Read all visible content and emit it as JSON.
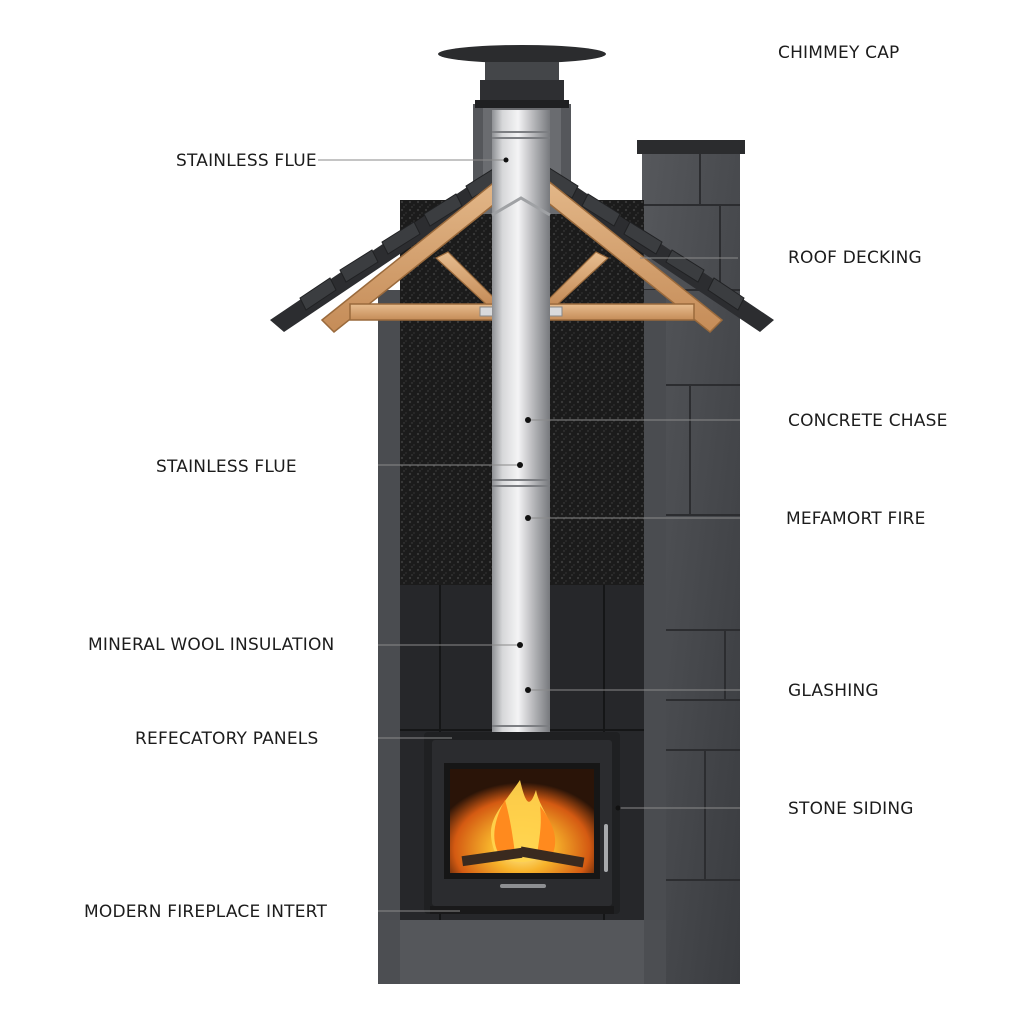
{
  "labels": {
    "chimney_cap": "CHIMMEY CAP",
    "stainless_flue_top": "STAINLESS FLUE",
    "roof_decking": "ROOF DECKING",
    "concrete_chase": "CONCRETE CHASE",
    "stainless_flue_mid": "STAINLESS FLUE",
    "mefamort_fire": "MEFAMORT FIRE",
    "mineral_wool": "MINERAL WOOL INSULATION",
    "glashing": "GLASHING",
    "refecatory_panels": "REFECATORY PANELS",
    "stone_siding": "STONE SIDING",
    "fireplace_insert": "MODERN FIREPLACE INTERT"
  },
  "colors": {
    "background": "#ffffff",
    "stone_dark": "#3d3f42",
    "stone_mid": "#4a4c50",
    "insulation": "#1d1d1d",
    "timber": "#d9a878",
    "flue_steel": "#c7c8ca",
    "fire": "#f39a1e",
    "leader_line": "#8a8a8a"
  },
  "icons": {
    "flame": "flame-icon",
    "door_handle": "handle-icon"
  }
}
